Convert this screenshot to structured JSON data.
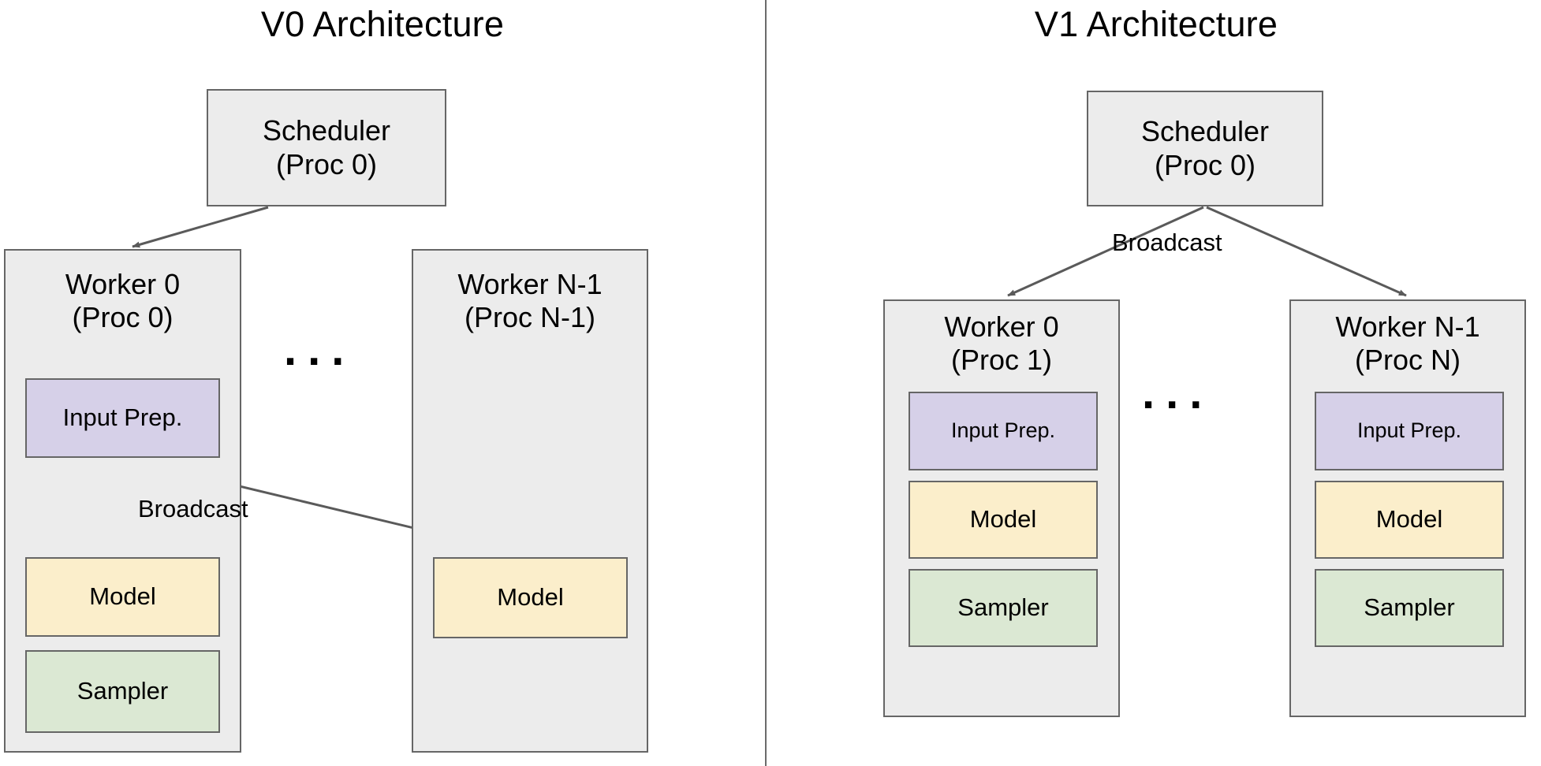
{
  "figure": {
    "panels": [
      {
        "id": "v0",
        "title": "V0 Architecture",
        "scheduler": {
          "line1": "Scheduler",
          "line2": "(Proc 0)"
        },
        "workers": [
          {
            "id": "worker-0",
            "line1": "Worker 0",
            "line2": "(Proc 0)",
            "components": [
              {
                "name": "input-prep",
                "label": "Input Prep.",
                "color": "#d6d0e8"
              },
              {
                "name": "model",
                "label": "Model",
                "color": "#fbeecb"
              },
              {
                "name": "sampler",
                "label": "Sampler",
                "color": "#dbe8d3"
              }
            ]
          },
          {
            "id": "worker-n-1",
            "line1": "Worker N-1",
            "line2": "(Proc N-1)",
            "components": [
              {
                "name": "model",
                "label": "Model",
                "color": "#fbeecb"
              }
            ]
          }
        ],
        "ellipsis": "...",
        "edges": [
          {
            "name": "scheduler-to-worker-0",
            "label": ""
          },
          {
            "name": "input-prep-to-model-local",
            "label": "Broadcast"
          },
          {
            "name": "input-prep-to-model-remote",
            "label": ""
          }
        ],
        "edge_label": "Broadcast"
      },
      {
        "id": "v1",
        "title": "V1 Architecture",
        "scheduler": {
          "line1": "Scheduler",
          "line2": "(Proc 0)"
        },
        "workers": [
          {
            "id": "worker-0",
            "line1": "Worker 0",
            "line2": "(Proc 1)",
            "components": [
              {
                "name": "input-prep",
                "label": "Input Prep.",
                "color": "#d6d0e8"
              },
              {
                "name": "model",
                "label": "Model",
                "color": "#fbeecb"
              },
              {
                "name": "sampler",
                "label": "Sampler",
                "color": "#dbe8d3"
              }
            ]
          },
          {
            "id": "worker-n-1",
            "line1": "Worker N-1",
            "line2": "(Proc N)",
            "components": [
              {
                "name": "input-prep",
                "label": "Input Prep.",
                "color": "#d6d0e8"
              },
              {
                "name": "model",
                "label": "Model",
                "color": "#fbeecb"
              },
              {
                "name": "sampler",
                "label": "Sampler",
                "color": "#dbe8d3"
              }
            ]
          }
        ],
        "ellipsis": "...",
        "edges": [
          {
            "name": "scheduler-to-worker-0",
            "label": ""
          },
          {
            "name": "scheduler-to-worker-n-1",
            "label": ""
          }
        ],
        "edge_label": "Broadcast"
      }
    ],
    "colors": {
      "box_fill_grey": "#ececec",
      "box_fill_purple": "#d6d0e8",
      "box_fill_yellow": "#fbeecb",
      "box_fill_green": "#dbe8d3",
      "box_border": "#666666",
      "arrow": "#5a5a5a",
      "divider": "#6b6b6b",
      "background": "#ffffff",
      "text": "#000000"
    }
  }
}
